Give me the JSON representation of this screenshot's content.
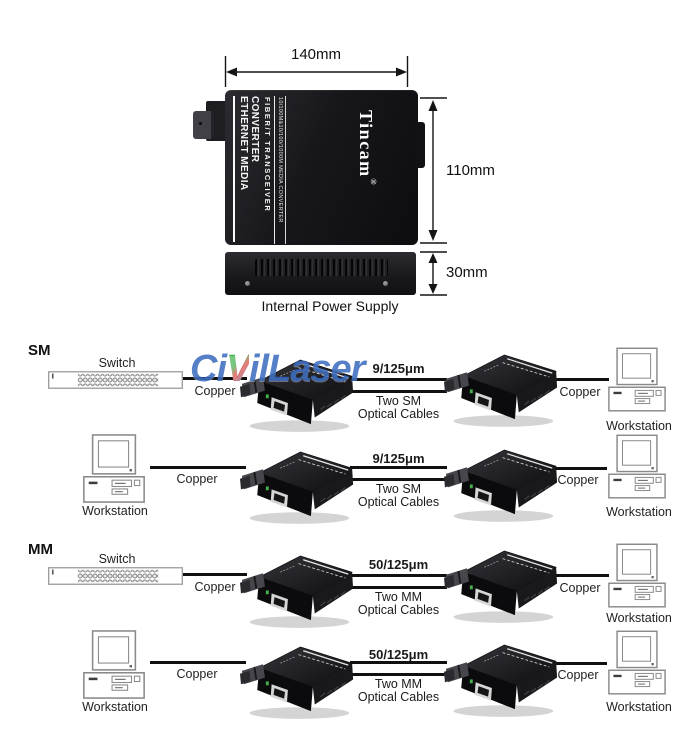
{
  "product_photo": {
    "dim_width_label": "140mm",
    "dim_height_label": "110mm",
    "dim_psu_label": "30mm",
    "psu_caption": "Internal Power Supply",
    "device": {
      "line1": "ETHERNET MEDIA CONVERTER",
      "line2": "FIBER/T TRANSCEIVER",
      "line3": "10/100M&10/100/1000M MEDIA CONVERTER",
      "brand": "Tincam",
      "brand_mark": "®"
    },
    "colors": {
      "device_body": "#17171b"
    }
  },
  "watermark": {
    "pre": "Ci",
    "accent": "V",
    "post": "ilLaser",
    "brand_color": "#2f63bb",
    "accent_color": "#2ea93c"
  },
  "diagram": {
    "labels": {
      "switch": "Switch",
      "workstation": "Workstation",
      "copper": "Copper"
    },
    "sections": [
      {
        "label": "SM"
      },
      {
        "label": "MM"
      }
    ],
    "rows": [
      {
        "left_device": "switch",
        "fiber": "9/125μm",
        "cable_line1": "Two SM",
        "cable_line2": "Optical Cables"
      },
      {
        "left_device": "workstation",
        "fiber": "9/125μm",
        "cable_line1": "Two SM",
        "cable_line2": "Optical Cables"
      },
      {
        "left_device": "switch",
        "fiber": "50/125μm",
        "cable_line1": "Two MM",
        "cable_line2": "Optical Cables"
      },
      {
        "left_device": "workstation",
        "fiber": "50/125μm",
        "cable_line1": "Two MM",
        "cable_line2": "Optical Cables"
      }
    ]
  }
}
